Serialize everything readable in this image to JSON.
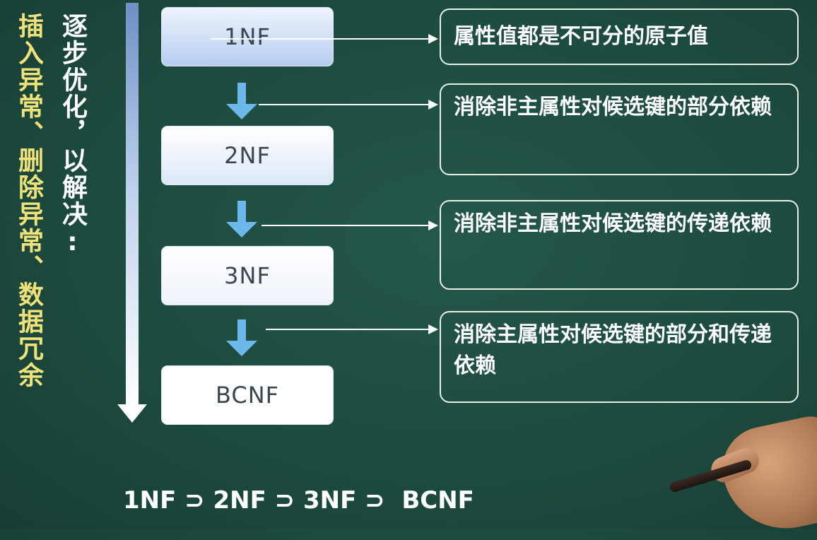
{
  "left_vertical_text": "插入异常、删除异常、数据冗余",
  "middle_vertical_text": "逐步优化，以解决:",
  "normal_forms": [
    {
      "label": "1NF",
      "description": "属性值都是不可分的原子值"
    },
    {
      "label": "2NF",
      "description": "消除非主属性对候选键的部分依赖"
    },
    {
      "label": "3NF",
      "description": "消除非主属性对候选键的传递依赖"
    },
    {
      "label": "BCNF",
      "description": "消除主属性对候选键的部分和传递依赖"
    }
  ],
  "bottom_formula": "1NF ⊃ 2NF ⊃ 3NF ⊃  BCNF",
  "colors": {
    "background": "#1d4b3f",
    "vertical_text_yellow": "#f0e27a",
    "arrow_blue": "#6cb8ea"
  }
}
